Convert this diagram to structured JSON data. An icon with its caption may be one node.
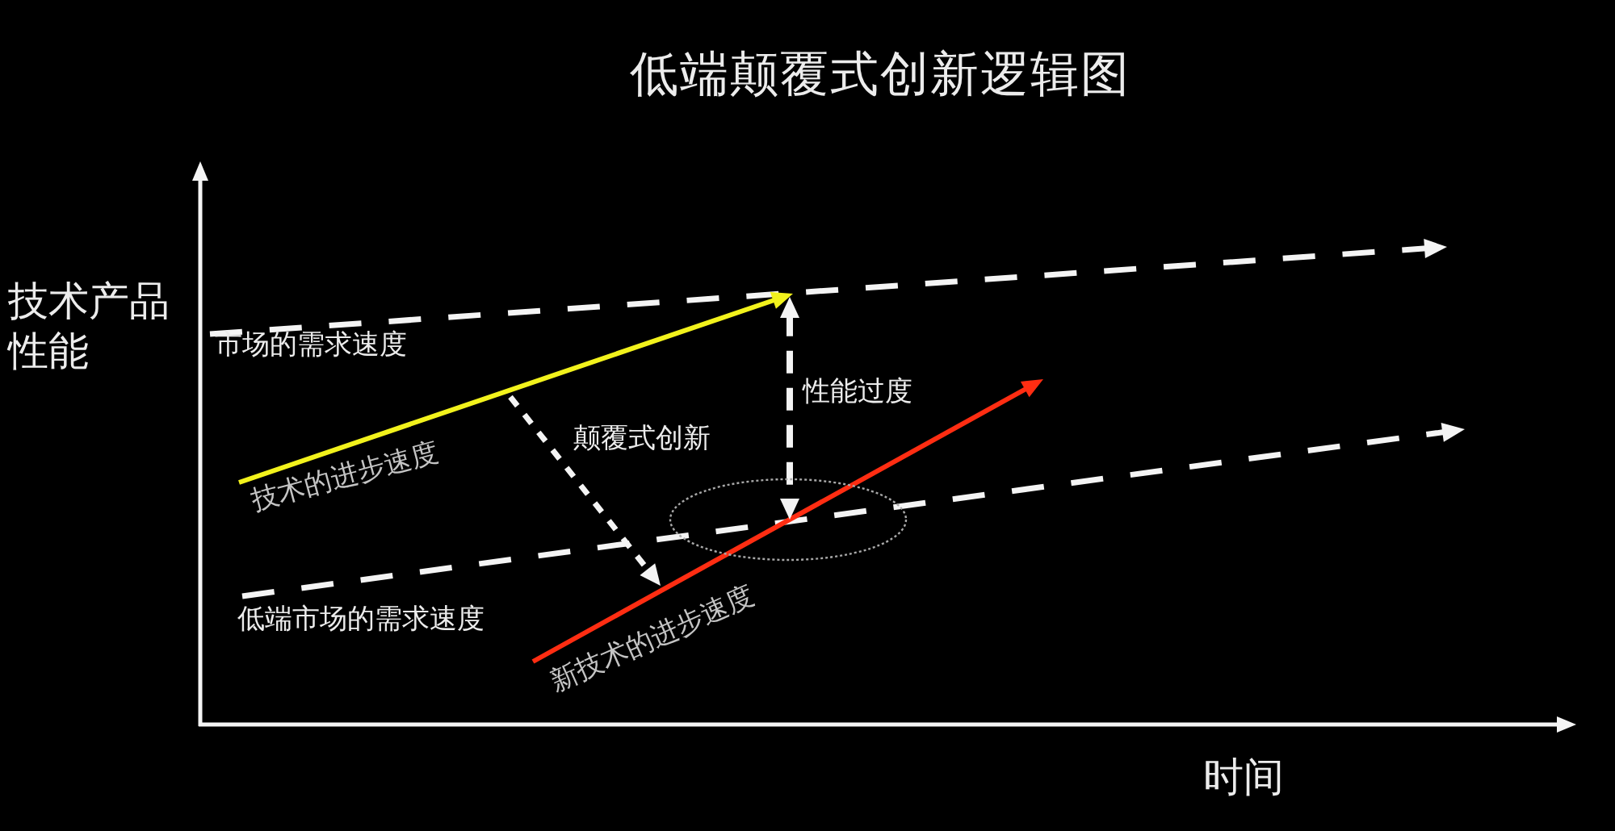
{
  "diagram": {
    "title": "低端颠覆式创新逻辑图",
    "nodes": [
      {
        "text": [],
        "shape": "ellipse"
      }
    ],
    "labels": [
      "技术产品性能",
      "市场的需求速度",
      "性能过度",
      "颠覆式创新",
      "技术的进步速度",
      "低端市场的需求速度",
      "新技术的进步速度",
      "时间"
    ]
  }
}
